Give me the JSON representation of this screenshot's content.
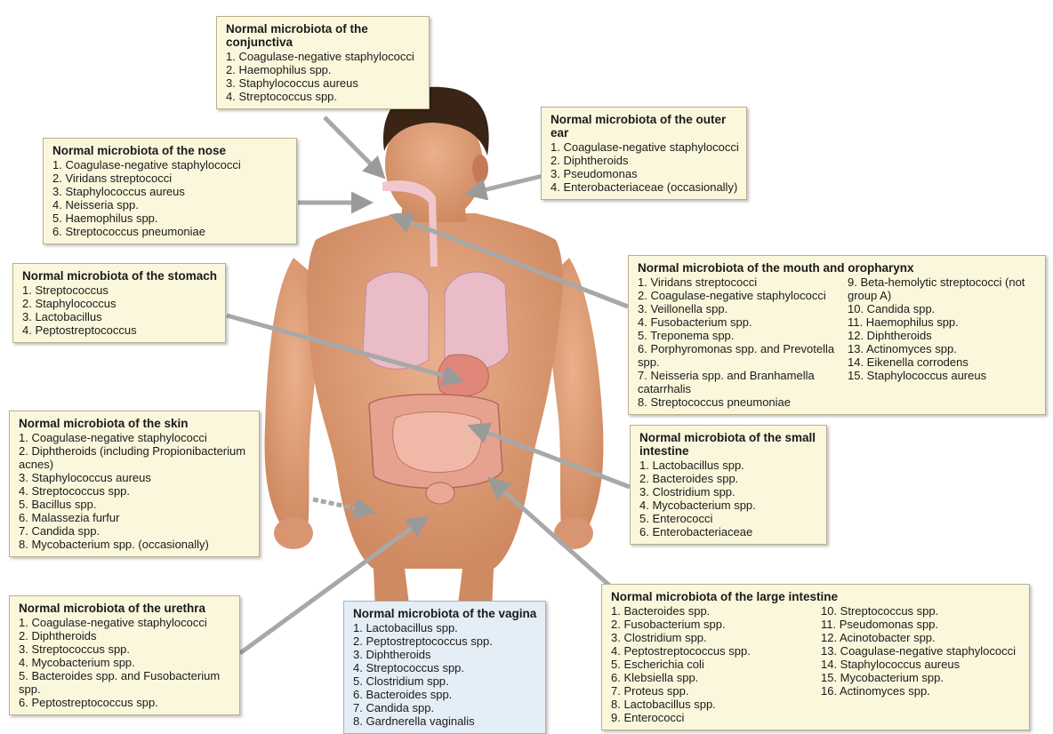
{
  "boxes": {
    "conjunctiva": {
      "title": "Normal microbiota of the conjunctiva",
      "items": [
        "1. Coagulase-negative staphylococci",
        "2. Haemophilus spp.",
        "3. Staphylococcus aureus",
        "4. Streptococcus spp."
      ]
    },
    "outer_ear": {
      "title": "Normal microbiota of the outer ear",
      "items": [
        "1. Coagulase-negative staphylococci",
        "2. Diphtheroids",
        "3. Pseudomonas",
        "4. Enterobacteriaceae (occasionally)"
      ]
    },
    "nose": {
      "title": "Normal microbiota of the nose",
      "items": [
        "1. Coagulase-negative staphylococci",
        "2. Viridans streptococci",
        "3. Staphylococcus aureus",
        "4. Neisseria spp.",
        "5. Haemophilus spp.",
        "6. Streptococcus pneumoniae"
      ]
    },
    "mouth": {
      "title": "Normal microbiota of the mouth and oropharynx",
      "items_left": [
        "1. Viridans streptococci",
        "2. Coagulase-negative staphylococci",
        "3. Veillonella spp.",
        "4. Fusobacterium spp.",
        "5. Treponema spp.",
        "6. Porphyromonas spp. and Prevotella spp.",
        "7. Neisseria spp. and Branhamella catarrhalis",
        "8. Streptococcus pneumoniae"
      ],
      "items_right": [
        "9. Beta-hemolytic streptococci (not group A)",
        "10. Candida spp.",
        "11. Haemophilus spp.",
        "12. Diphtheroids",
        "13. Actinomyces spp.",
        "14. Eikenella corrodens",
        "15. Staphylococcus aureus"
      ]
    },
    "stomach": {
      "title": "Normal microbiota of the stomach",
      "items": [
        "1. Streptococcus",
        "2. Staphylococcus",
        "3. Lactobacillus",
        "4. Peptostreptococcus"
      ]
    },
    "skin": {
      "title": "Normal microbiota of the skin",
      "items": [
        "1. Coagulase-negative staphylococci",
        "2. Diphtheroids (including Propionibacterium acnes)",
        "3. Staphylococcus aureus",
        "4. Streptococcus spp.",
        "5. Bacillus spp.",
        "6. Malassezia furfur",
        "7. Candida spp.",
        "8. Mycobacterium spp. (occasionally)"
      ]
    },
    "small_intestine": {
      "title": "Normal microbiota of the small intestine",
      "items": [
        "1. Lactobacillus spp.",
        "2. Bacteroides spp.",
        "3. Clostridium spp.",
        "4. Mycobacterium spp.",
        "5. Enterococci",
        "6. Enterobacteriaceae"
      ]
    },
    "urethra": {
      "title": "Normal microbiota of the urethra",
      "items": [
        "1. Coagulase-negative staphylococci",
        "2. Diphtheroids",
        "3. Streptococcus spp.",
        "4. Mycobacterium spp.",
        "5. Bacteroides spp. and Fusobacterium spp.",
        "6. Peptostreptococcus spp."
      ]
    },
    "vagina": {
      "title": "Normal microbiota of the vagina",
      "items": [
        "1. Lactobacillus spp.",
        "2. Peptostreptococcus spp.",
        "3. Diphtheroids",
        "4. Streptococcus spp.",
        "5. Clostridium spp.",
        "6. Bacteroides spp.",
        "7. Candida spp.",
        "8. Gardnerella vaginalis"
      ]
    },
    "large_intestine": {
      "title": "Normal microbiota of the large intestine",
      "items_left": [
        "1. Bacteroides spp.",
        "2. Fusobacterium spp.",
        "3. Clostridium spp.",
        "4. Peptostreptococcus spp.",
        "5. Escherichia coli",
        "6. Klebsiella spp.",
        "7. Proteus spp.",
        "8. Lactobacillus spp.",
        "9. Enterococci"
      ],
      "items_right": [
        "10. Streptococcus spp.",
        "11. Pseudomonas spp.",
        "12. Acinotobacter spp.",
        "13. Coagulase-negative staphylococci",
        "14. Staphylococcus aureus",
        "15. Mycobacterium spp.",
        "16. Actinomyces spp."
      ]
    }
  },
  "colors": {
    "box_fill": "#fbf7dc",
    "box_fill_blue": "#e4eef6",
    "skin": "#e2a07a",
    "skin_shadow": "#c47a55",
    "hair": "#3a2416",
    "lung": "#e9bcc8",
    "gut": "#e39a8a",
    "arrow": "#a8a8a8"
  }
}
